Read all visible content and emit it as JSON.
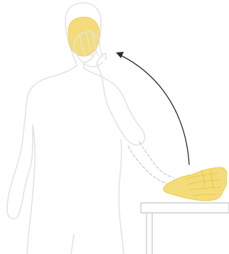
{
  "figure": {
    "title": "",
    "colors": {
      "body_outline": "#e3e3e3",
      "highlight": "#f4dc7a",
      "highlight_stroke": "#e9c94b",
      "arrow": "#2b2b2b",
      "table_outline": "#cfcfcf",
      "dashed_path": "#cfcfcf"
    },
    "icons": [
      "human-body-outline",
      "face-highlight",
      "hand-on-face",
      "motion-arrow",
      "table",
      "hand-resting-on-table"
    ]
  }
}
